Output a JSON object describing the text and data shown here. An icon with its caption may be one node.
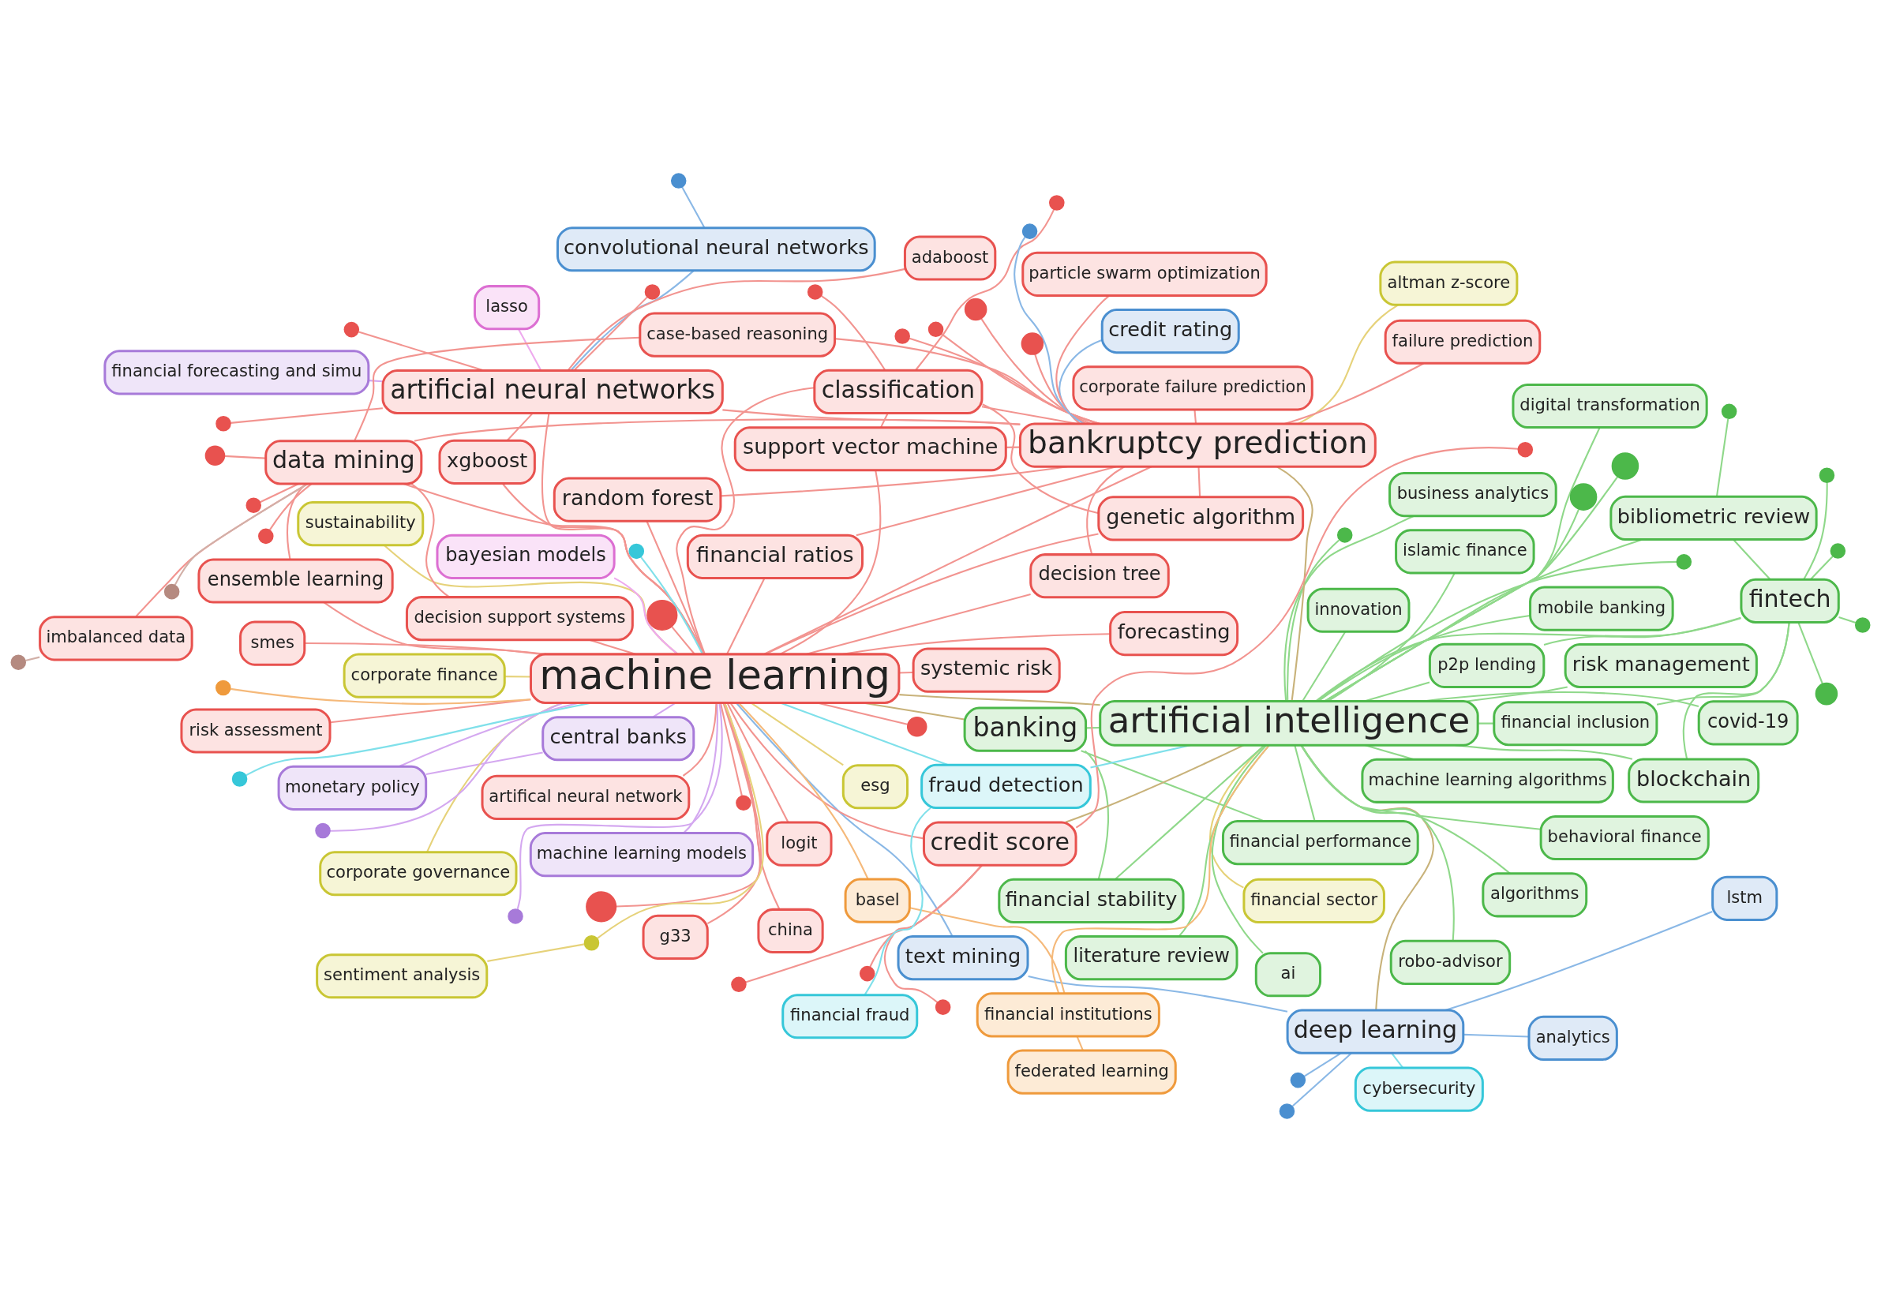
{
  "diagram": {
    "nodes": [
      {
        "text": [
          "monetary policy"
        ]
      },
      {
        "text": [
          "esg"
        ]
      },
      {
        "text": [
          "sentiment analysis"
        ]
      },
      {
        "text": [
          "sustainability"
        ]
      },
      {
        "text": [
          "central banks"
        ]
      },
      {
        "text": [
          "corporate finance"
        ]
      },
      {
        "text": [
          "corporate governance"
        ]
      },
      {
        "text": [
          "logit"
        ]
      },
      {
        "text": [
          "machine learning models"
        ]
      },
      {
        "text": [
          "text mining"
        ]
      },
      {
        "text": [
          "financial sector"
        ]
      },
      {
        "text": [
          "financial forecasting and simu"
        ]
      },
      {
        "text": [
          "analytics"
        ]
      },
      {
        "text": [
          "systemic risk"
        ]
      },
      {
        "text": [
          "altman z-score"
        ]
      },
      {
        "text": [
          "china"
        ]
      },
      {
        "text": [
          "robo-advisor"
        ]
      },
      {
        "text": [
          "credit rating"
        ]
      },
      {
        "text": [
          "innovation"
        ]
      },
      {
        "text": [
          "risk assessment"
        ]
      },
      {
        "text": [
          "convolutional neural networks"
        ]
      },
      {
        "text": [
          "financial stability"
        ]
      },
      {
        "text": [
          "islamic finance"
        ]
      },
      {
        "text": [
          "forecasting"
        ]
      },
      {
        "text": [
          "bayesian models"
        ]
      },
      {
        "text": [
          "g33"
        ]
      },
      {
        "text": [
          "xgboost"
        ]
      },
      {
        "text": [
          "financial performance"
        ]
      },
      {
        "text": [
          "artifical neural network"
        ]
      },
      {
        "text": [
          "adaboost"
        ]
      },
      {
        "text": [
          "lasso"
        ]
      },
      {
        "text": [
          "behavioral finance"
        ]
      },
      {
        "text": [
          "ai"
        ]
      },
      {
        "text": [
          "random forest"
        ]
      },
      {
        "text": [
          "machine learning"
        ]
      },
      {
        "text": [
          "banking"
        ]
      },
      {
        "text": [
          "bibliometric review"
        ]
      },
      {
        "text": [
          "corporate failure prediction"
        ]
      },
      {
        "text": [
          "artificial neural networks"
        ]
      },
      {
        "text": [
          "deep learning"
        ]
      },
      {
        "text": [
          "artificial intelligence"
        ]
      },
      {
        "text": [
          "p2p lending"
        ]
      },
      {
        "text": [
          "financial ratios"
        ]
      },
      {
        "text": [
          "bankruptcy prediction"
        ]
      },
      {
        "text": [
          "fintech"
        ]
      },
      {
        "text": [
          "financial inclusion"
        ]
      },
      {
        "text": [
          "failure prediction"
        ]
      },
      {
        "text": [
          "algorithms"
        ]
      },
      {
        "text": [
          "decision tree"
        ]
      },
      {
        "text": [
          "genetic algorithm"
        ]
      },
      {
        "text": [
          "credit score"
        ]
      },
      {
        "text": [
          "covid-19"
        ]
      },
      {
        "text": [
          "digital transformation"
        ]
      },
      {
        "text": [
          "support vector machine"
        ]
      },
      {
        "text": [
          "lstm"
        ]
      },
      {
        "text": [
          "classification"
        ]
      },
      {
        "text": [
          "literature review"
        ]
      },
      {
        "text": [
          "smes"
        ]
      },
      {
        "text": [
          "risk management"
        ]
      },
      {
        "text": [
          "particle swarm optimization"
        ]
      },
      {
        "text": [
          "data mining"
        ]
      },
      {
        "text": [
          "business analytics"
        ]
      },
      {
        "text": [
          "blockchain"
        ]
      },
      {
        "text": [
          "mobile banking"
        ]
      },
      {
        "text": [
          "case-based reasoning"
        ]
      },
      {
        "text": [
          "ensemble learning"
        ]
      },
      {
        "text": [
          "machine learning algorithms"
        ]
      },
      {
        "text": [
          "fraud detection"
        ]
      },
      {
        "text": [
          "cybersecurity"
        ]
      },
      {
        "text": [
          "imbalanced data"
        ]
      },
      {
        "text": [
          "decision support systems"
        ]
      },
      {
        "text": [
          "basel"
        ]
      },
      {
        "text": [
          "financial institutions"
        ]
      },
      {
        "text": [
          "financial fraud"
        ]
      },
      {
        "text": [
          "federated learning"
        ]
      },
      {
        "text": [],
        "shape": "circle"
      },
      {
        "text": [],
        "shape": "circle"
      },
      {
        "text": [],
        "shape": "circle"
      },
      {
        "text": [],
        "shape": "circle"
      },
      {
        "text": [],
        "shape": "circle"
      },
      {
        "text": [],
        "shape": "circle"
      },
      {
        "text": [],
        "shape": "circle"
      },
      {
        "text": [],
        "shape": "circle"
      },
      {
        "text": [],
        "shape": "circle"
      },
      {
        "text": [],
        "shape": "circle"
      },
      {
        "text": [],
        "shape": "circle"
      },
      {
        "text": [],
        "shape": "circle"
      },
      {
        "text": [],
        "shape": "circle"
      },
      {
        "text": [],
        "shape": "circle"
      },
      {
        "text": [],
        "shape": "circle"
      },
      {
        "text": [],
        "shape": "circle"
      },
      {
        "text": [],
        "shape": "circle"
      },
      {
        "text": [],
        "shape": "circle"
      },
      {
        "text": [],
        "shape": "circle"
      },
      {
        "text": [],
        "shape": "circle"
      },
      {
        "text": [],
        "shape": "circle"
      },
      {
        "text": [],
        "shape": "circle"
      },
      {
        "text": [],
        "shape": "circle"
      },
      {
        "text": [],
        "shape": "circle"
      },
      {
        "text": [],
        "shape": "circle"
      },
      {
        "text": [],
        "shape": "circle"
      },
      {
        "text": [],
        "shape": "circle"
      },
      {
        "text": [],
        "shape": "circle"
      },
      {
        "text": [],
        "shape": "circle"
      },
      {
        "text": [],
        "shape": "circle"
      },
      {
        "text": [],
        "shape": "circle"
      },
      {
        "text": [],
        "shape": "circle"
      },
      {
        "text": [],
        "shape": "circle"
      },
      {
        "text": [],
        "shape": "circle"
      },
      {
        "text": [],
        "shape": "circle"
      },
      {
        "text": [],
        "shape": "circle"
      },
      {
        "text": [],
        "shape": "circle"
      },
      {
        "text": [],
        "shape": "circle"
      },
      {
        "text": [],
        "shape": "circle"
      },
      {
        "text": [],
        "shape": "circle"
      },
      {
        "text": [],
        "shape": "circle"
      }
    ],
    "edges": [
      {
        "from": 4,
        "to": 0,
        "arrow": "none",
        "color": "#d4a8f0"
      },
      {
        "from": 4,
        "to": 34,
        "arrow": "none",
        "color": "#d4a8f0"
      },
      {
        "from": 0,
        "to": 34,
        "arrow": "none",
        "color": "#d4a8f0"
      },
      {
        "from": 8,
        "to": 34,
        "arrow": "none",
        "color": "#d4a8f0"
      },
      {
        "from": 11,
        "to": 38,
        "arrow": "none",
        "color": "#d4a8f0"
      },
      {
        "from": 1,
        "to": 34,
        "arrow": "none",
        "color": "#e6d27a"
      },
      {
        "from": 2,
        "to": 79,
        "arrow": "none",
        "color": "#e6d27a"
      },
      {
        "from": 3,
        "to": 34,
        "arrow": "none",
        "color": "#e6d27a"
      },
      {
        "from": 5,
        "to": 34,
        "arrow": "none",
        "color": "#e6d27a"
      },
      {
        "from": 6,
        "to": 34,
        "arrow": "none",
        "color": "#e6d27a"
      },
      {
        "from": 79,
        "to": 34,
        "arrow": "none",
        "color": "#e6d27a"
      },
      {
        "from": 10,
        "to": 40,
        "arrow": "none",
        "color": "#e6d27a"
      },
      {
        "from": 14,
        "to": 43,
        "arrow": "none",
        "color": "#e6d27a"
      },
      {
        "from": 9,
        "to": 34,
        "arrow": "none",
        "color": "#8ab8e6"
      },
      {
        "from": 9,
        "to": 39,
        "arrow": "none",
        "color": "#8ab8e6"
      },
      {
        "from": 12,
        "to": 39,
        "arrow": "none",
        "color": "#8ab8e6"
      },
      {
        "from": 17,
        "to": 43,
        "arrow": "none",
        "color": "#8ab8e6"
      },
      {
        "from": 20,
        "to": 38,
        "arrow": "none",
        "color": "#8ab8e6"
      },
      {
        "from": 80,
        "to": 43,
        "arrow": "none",
        "color": "#8ab8e6"
      },
      {
        "from": 39,
        "to": 54,
        "arrow": "none",
        "color": "#8ab8e6"
      },
      {
        "from": 83,
        "to": 39,
        "arrow": "none",
        "color": "#8ab8e6"
      },
      {
        "from": 24,
        "to": 34,
        "arrow": "none",
        "color": "#eeaaee"
      },
      {
        "from": 30,
        "to": 38,
        "arrow": "none",
        "color": "#eeaaee"
      },
      {
        "from": 34,
        "to": 7,
        "arrow": "none"
      },
      {
        "from": 34,
        "to": 13,
        "arrow": "none"
      },
      {
        "from": 34,
        "to": 15,
        "arrow": "none"
      },
      {
        "from": 34,
        "to": 19,
        "arrow": "none"
      },
      {
        "from": 34,
        "to": 23,
        "arrow": "none"
      },
      {
        "from": 34,
        "to": 25,
        "arrow": "none"
      },
      {
        "from": 34,
        "to": 26,
        "arrow": "none"
      },
      {
        "from": 34,
        "to": 28,
        "arrow": "none"
      },
      {
        "from": 34,
        "to": 33,
        "arrow": "none"
      },
      {
        "from": 34,
        "to": 38,
        "arrow": "none"
      },
      {
        "from": 34,
        "to": 43,
        "arrow": "none"
      },
      {
        "from": 34,
        "to": 48,
        "arrow": "none"
      },
      {
        "from": 34,
        "to": 49,
        "arrow": "none"
      },
      {
        "from": 34,
        "to": 50,
        "arrow": "none"
      },
      {
        "from": 34,
        "to": 55,
        "arrow": "none"
      },
      {
        "from": 34,
        "to": 57,
        "arrow": "none"
      },
      {
        "from": 34,
        "to": 60,
        "arrow": "none"
      },
      {
        "from": 34,
        "to": 65,
        "arrow": "none"
      },
      {
        "from": 34,
        "to": 70,
        "arrow": "none"
      },
      {
        "from": 34,
        "to": 42,
        "arrow": "none"
      },
      {
        "from": 34,
        "to": 53,
        "arrow": "none"
      },
      {
        "from": 34,
        "to": 85,
        "arrow": "none"
      },
      {
        "from": 34,
        "to": 95,
        "arrow": "none"
      },
      {
        "from": 34,
        "to": 105,
        "arrow": "none"
      },
      {
        "from": 34,
        "to": 75,
        "arrow": "none"
      },
      {
        "from": 43,
        "to": 42,
        "arrow": "none"
      },
      {
        "from": 43,
        "to": 46,
        "arrow": "none"
      },
      {
        "from": 43,
        "to": 48,
        "arrow": "none"
      },
      {
        "from": 43,
        "to": 53,
        "arrow": "none"
      },
      {
        "from": 43,
        "to": 55,
        "arrow": "none"
      },
      {
        "from": 43,
        "to": 60,
        "arrow": "none"
      },
      {
        "from": 43,
        "to": 49,
        "arrow": "none"
      },
      {
        "from": 43,
        "to": 38,
        "arrow": "none"
      },
      {
        "from": 43,
        "to": 33,
        "arrow": "none"
      },
      {
        "from": 43,
        "to": 59,
        "arrow": "none"
      },
      {
        "from": 43,
        "to": 64,
        "arrow": "none"
      },
      {
        "from": 43,
        "to": 37,
        "arrow": "none"
      },
      {
        "from": 43,
        "to": 81,
        "arrow": "none"
      },
      {
        "from": 43,
        "to": 99,
        "arrow": "none"
      },
      {
        "from": 43,
        "to": 102,
        "arrow": "none"
      },
      {
        "from": 43,
        "to": 94,
        "arrow": "none"
      },
      {
        "from": 38,
        "to": 26,
        "arrow": "none"
      },
      {
        "from": 38,
        "to": 29,
        "arrow": "none"
      },
      {
        "from": 38,
        "to": 82,
        "arrow": "none"
      },
      {
        "from": 38,
        "to": 91,
        "arrow": "none"
      },
      {
        "from": 38,
        "to": 93,
        "arrow": "none"
      },
      {
        "from": 60,
        "to": 64,
        "arrow": "none"
      },
      {
        "from": 60,
        "to": 69,
        "arrow": "none"
      },
      {
        "from": 60,
        "to": 65,
        "arrow": "none"
      },
      {
        "from": 60,
        "to": 70,
        "arrow": "none"
      },
      {
        "from": 60,
        "to": 107,
        "arrow": "none"
      },
      {
        "from": 60,
        "to": 109,
        "arrow": "none"
      },
      {
        "from": 60,
        "to": 111,
        "arrow": "none"
      },
      {
        "from": 55,
        "to": 53,
        "arrow": "none"
      },
      {
        "from": 55,
        "to": 49,
        "arrow": "none"
      },
      {
        "from": 55,
        "to": 100,
        "arrow": "none"
      },
      {
        "from": 55,
        "to": 101,
        "arrow": "none"
      },
      {
        "from": 50,
        "to": 96,
        "arrow": "none"
      },
      {
        "from": 50,
        "to": 103,
        "arrow": "none"
      },
      {
        "from": 50,
        "to": 108,
        "arrow": "none"
      },
      {
        "from": 50,
        "to": 112,
        "arrow": "none"
      },
      {
        "from": 69,
        "to": 110,
        "arrow": "none",
        "color": "#d2b0a8"
      },
      {
        "from": 60,
        "to": 114,
        "arrow": "none",
        "color": "#d2b0a8"
      },
      {
        "from": 34,
        "to": 40,
        "arrow": "none",
        "color": "#c8b27a"
      },
      {
        "from": 34,
        "to": 35,
        "arrow": "none",
        "color": "#c8b27a"
      },
      {
        "from": 43,
        "to": 40,
        "arrow": "none",
        "color": "#c8b27a"
      },
      {
        "from": 39,
        "to": 40,
        "arrow": "none",
        "color": "#c8b27a"
      },
      {
        "from": 50,
        "to": 40,
        "arrow": "none",
        "color": "#c8b27a"
      },
      {
        "from": 40,
        "to": 35,
        "arrow": "none",
        "color": "#8fd88a"
      },
      {
        "from": 40,
        "to": 21,
        "arrow": "none",
        "color": "#8fd88a"
      },
      {
        "from": 40,
        "to": 16,
        "arrow": "none",
        "color": "#8fd88a"
      },
      {
        "from": 40,
        "to": 18,
        "arrow": "none",
        "color": "#8fd88a"
      },
      {
        "from": 40,
        "to": 22,
        "arrow": "none",
        "color": "#8fd88a"
      },
      {
        "from": 40,
        "to": 27,
        "arrow": "none",
        "color": "#8fd88a"
      },
      {
        "from": 40,
        "to": 31,
        "arrow": "none",
        "color": "#8fd88a"
      },
      {
        "from": 40,
        "to": 32,
        "arrow": "none",
        "color": "#8fd88a"
      },
      {
        "from": 40,
        "to": 36,
        "arrow": "none",
        "color": "#8fd88a"
      },
      {
        "from": 40,
        "to": 41,
        "arrow": "none",
        "color": "#8fd88a"
      },
      {
        "from": 40,
        "to": 44,
        "arrow": "none",
        "color": "#8fd88a"
      },
      {
        "from": 40,
        "to": 45,
        "arrow": "none",
        "color": "#8fd88a"
      },
      {
        "from": 40,
        "to": 47,
        "arrow": "none",
        "color": "#8fd88a"
      },
      {
        "from": 40,
        "to": 51,
        "arrow": "none",
        "color": "#8fd88a"
      },
      {
        "from": 40,
        "to": 52,
        "arrow": "none",
        "color": "#8fd88a"
      },
      {
        "from": 40,
        "to": 56,
        "arrow": "none",
        "color": "#8fd88a"
      },
      {
        "from": 40,
        "to": 58,
        "arrow": "none",
        "color": "#8fd88a"
      },
      {
        "from": 40,
        "to": 61,
        "arrow": "none",
        "color": "#8fd88a"
      },
      {
        "from": 40,
        "to": 62,
        "arrow": "none",
        "color": "#8fd88a"
      },
      {
        "from": 40,
        "to": 63,
        "arrow": "none",
        "color": "#8fd88a"
      },
      {
        "from": 40,
        "to": 66,
        "arrow": "none",
        "color": "#8fd88a"
      },
      {
        "from": 40,
        "to": 86,
        "arrow": "none",
        "color": "#8fd88a"
      },
      {
        "from": 40,
        "to": 90,
        "arrow": "none",
        "color": "#8fd88a"
      },
      {
        "from": 40,
        "to": 88,
        "arrow": "none",
        "color": "#8fd88a"
      },
      {
        "from": 40,
        "to": 92,
        "arrow": "none",
        "color": "#8fd88a"
      },
      {
        "from": 44,
        "to": 36,
        "arrow": "none",
        "color": "#8fd88a"
      },
      {
        "from": 44,
        "to": 41,
        "arrow": "none",
        "color": "#8fd88a"
      },
      {
        "from": 44,
        "to": 45,
        "arrow": "none",
        "color": "#8fd88a"
      },
      {
        "from": 44,
        "to": 62,
        "arrow": "none",
        "color": "#8fd88a"
      },
      {
        "from": 44,
        "to": 97,
        "arrow": "none",
        "color": "#8fd88a"
      },
      {
        "from": 44,
        "to": 98,
        "arrow": "none",
        "color": "#8fd88a"
      },
      {
        "from": 44,
        "to": 104,
        "arrow": "none",
        "color": "#8fd88a"
      },
      {
        "from": 44,
        "to": 106,
        "arrow": "none",
        "color": "#8fd88a"
      },
      {
        "from": 36,
        "to": 87,
        "arrow": "none",
        "color": "#8fd88a"
      },
      {
        "from": 35,
        "to": 21,
        "arrow": "none",
        "color": "#8fd88a"
      },
      {
        "from": 35,
        "to": 27,
        "arrow": "none",
        "color": "#8fd88a"
      },
      {
        "from": 67,
        "to": 34,
        "arrow": "none",
        "color": "#7fe0ea"
      },
      {
        "from": 67,
        "to": 40,
        "arrow": "none",
        "color": "#7fe0ea"
      },
      {
        "from": 68,
        "to": 39,
        "arrow": "none",
        "color": "#7fe0ea"
      },
      {
        "from": 73,
        "to": 67,
        "arrow": "none",
        "color": "#7fe0ea"
      },
      {
        "from": 113,
        "to": 34,
        "arrow": "none",
        "color": "#7fe0ea"
      },
      {
        "from": 84,
        "to": 34,
        "arrow": "none",
        "color": "#7fe0ea"
      },
      {
        "from": 89,
        "to": 39,
        "arrow": "none",
        "color": "#8ab8e6"
      },
      {
        "from": 76,
        "to": 20,
        "arrow": "none",
        "color": "#8ab8e6"
      },
      {
        "from": 77,
        "to": 34,
        "arrow": "none",
        "color": "#d4a8f0"
      },
      {
        "from": 78,
        "to": 34,
        "arrow": "none",
        "color": "#d4a8f0"
      },
      {
        "from": 71,
        "to": 34,
        "arrow": "none",
        "color": "#f5b97a"
      },
      {
        "from": 71,
        "to": 72,
        "arrow": "none",
        "color": "#f5b97a"
      },
      {
        "from": 72,
        "to": 40,
        "arrow": "none",
        "color": "#f5b97a"
      },
      {
        "from": 74,
        "to": 72,
        "arrow": "none",
        "color": "#f5b97a"
      },
      {
        "from": 115,
        "to": 34,
        "arrow": "none",
        "color": "#f5b97a"
      }
    ]
  }
}
